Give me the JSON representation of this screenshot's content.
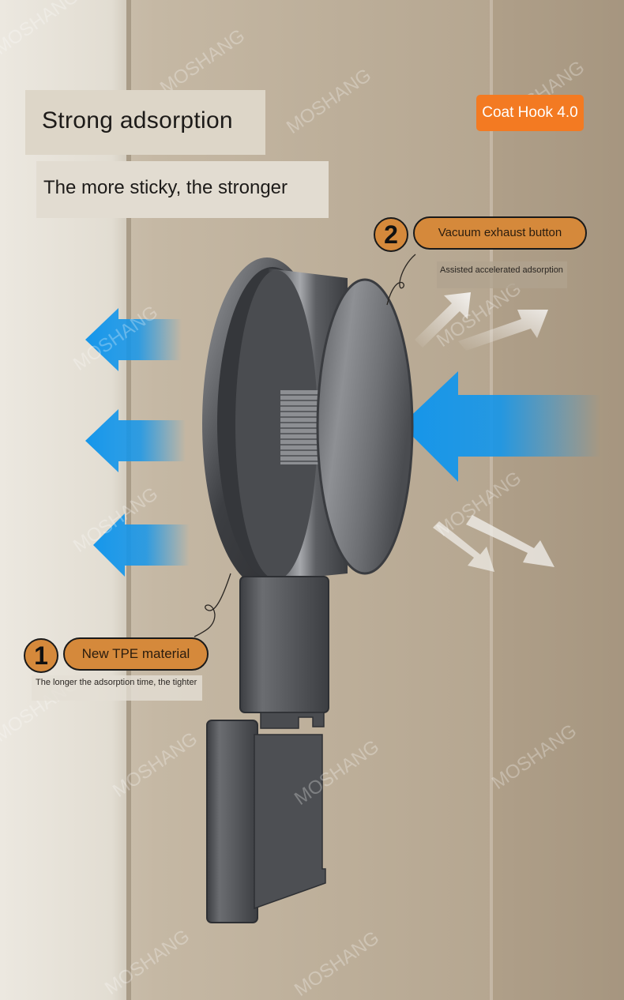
{
  "headline": "Strong adsorption",
  "subheadline": "The more sticky, the stronger",
  "badge": "Coat Hook 4.0",
  "callouts": [
    {
      "number": "2",
      "label": "Vacuum exhaust button",
      "note": "Assisted accelerated adsorption"
    },
    {
      "number": "1",
      "label": "New TPE material",
      "note": "The longer the adsorption time, the tighter"
    }
  ],
  "watermark_text": "MOSHANG",
  "colors": {
    "wall": "#b9ab96",
    "door_frame": "#e6e1d7",
    "accent_orange": "#f37a22",
    "callout_fill": "#d5893b",
    "airflow_blue": "#1596ea",
    "airflow_white": "#f3f1ee",
    "hook_metal": "#54565a"
  }
}
